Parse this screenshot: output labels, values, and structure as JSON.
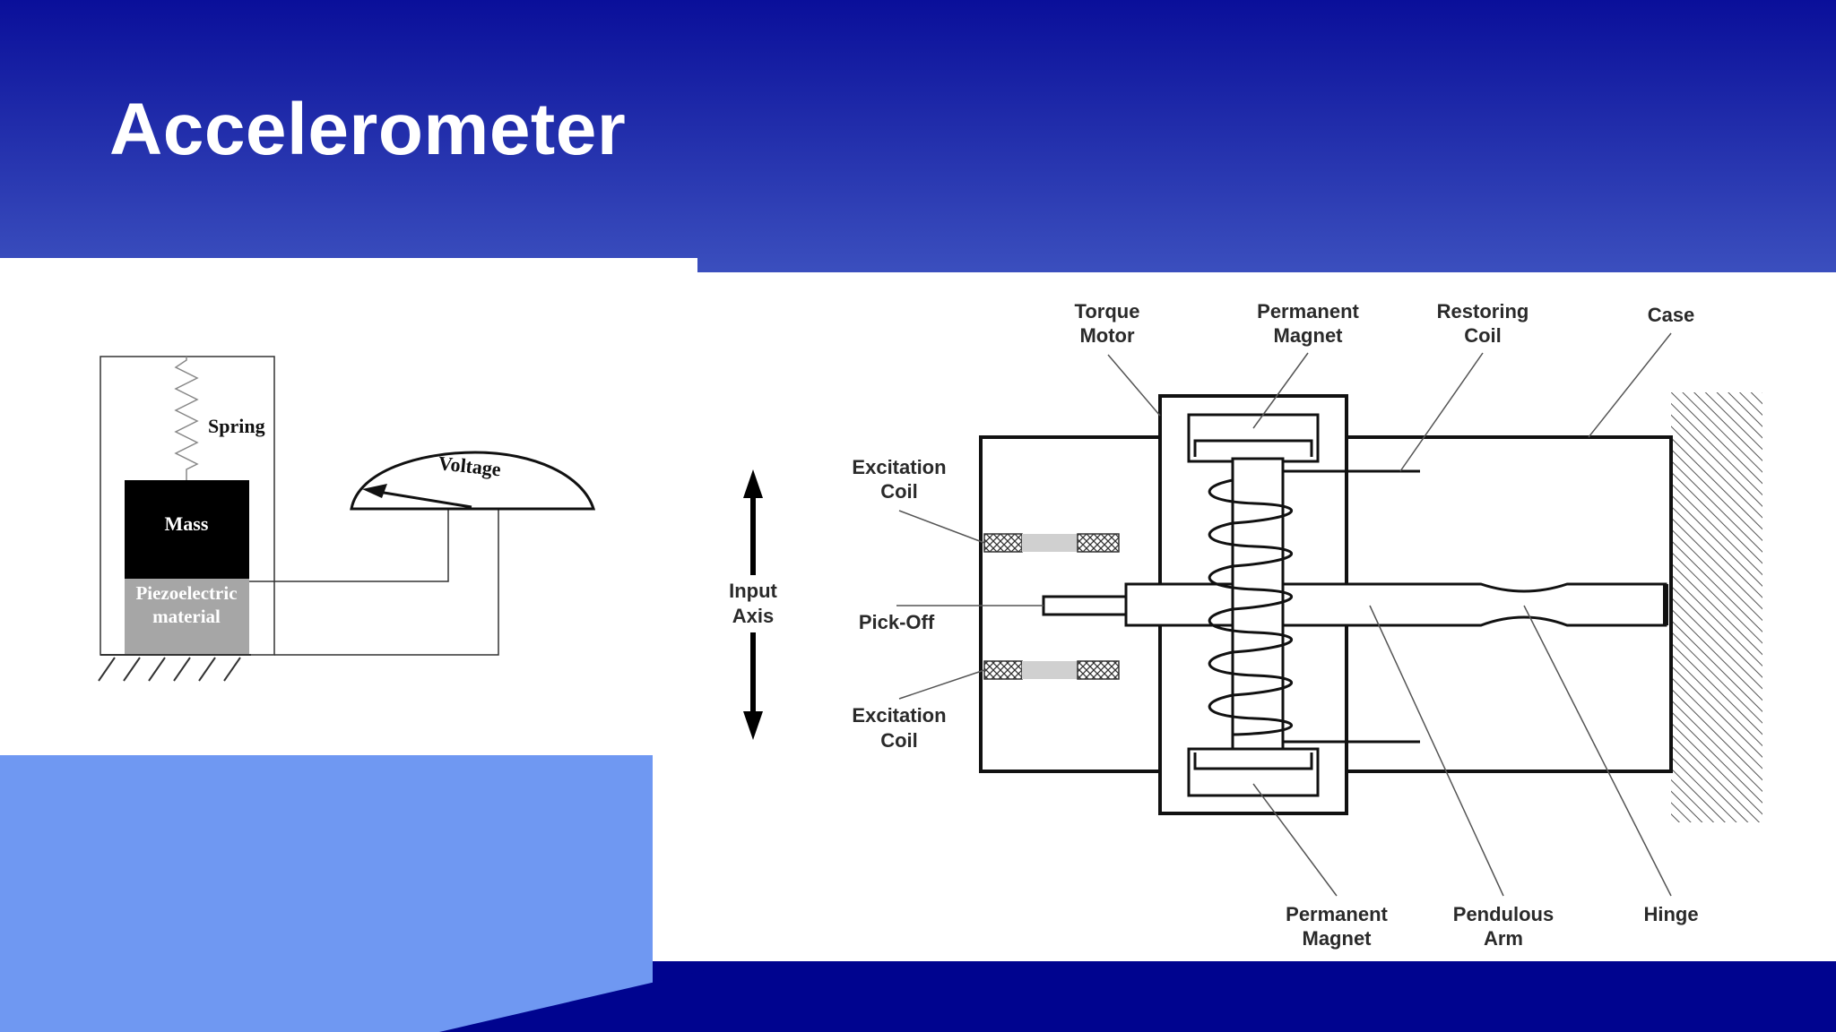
{
  "slide": {
    "title": "Accelerometer",
    "colors": {
      "header_top": "#0a0f9a",
      "header_bottom": "#3a4dbd",
      "light_blue": "#6f98f2",
      "footer_blue": "#00048f"
    }
  },
  "left_diagram": {
    "spring_label": "Spring",
    "mass_label": "Mass",
    "piezo_label_line1": "Piezoelectric",
    "piezo_label_line2": "material",
    "voltage_label": "Voltage"
  },
  "right_diagram": {
    "labels": {
      "torque_motor_1": "Torque",
      "torque_motor_2": "Motor",
      "perm_magnet_top_1": "Permanent",
      "perm_magnet_top_2": "Magnet",
      "restoring_coil_1": "Restoring",
      "restoring_coil_2": "Coil",
      "case": "Case",
      "excitation_top_1": "Excitation",
      "excitation_top_2": "Coil",
      "input_axis_1": "Input",
      "input_axis_2": "Axis",
      "pick_off": "Pick-Off",
      "excitation_bottom_1": "Excitation",
      "excitation_bottom_2": "Coil",
      "perm_magnet_bottom_1": "Permanent",
      "perm_magnet_bottom_2": "Magnet",
      "pendulous_arm_1": "Pendulous",
      "pendulous_arm_2": "Arm",
      "hinge": "Hinge"
    }
  }
}
